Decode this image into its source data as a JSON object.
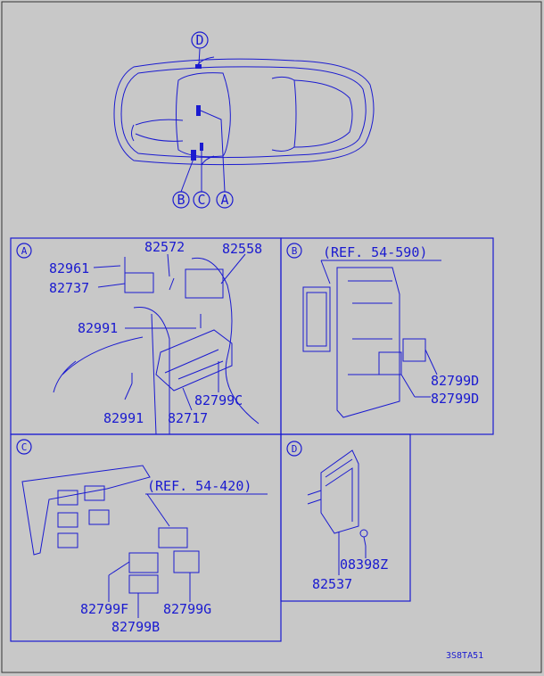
{
  "locator_labels": {
    "a": "A",
    "b": "B",
    "c": "C",
    "d": "D"
  },
  "panel_a": {
    "tag": "A",
    "parts": [
      "82572",
      "82558",
      "82961",
      "82737",
      "82991",
      "82991",
      "82799C",
      "82717"
    ]
  },
  "panel_b": {
    "tag": "B",
    "ref": "(REF. 54-590)",
    "parts": [
      "82799D",
      "82799D"
    ]
  },
  "panel_c": {
    "tag": "C",
    "ref": "(REF. 54-420)",
    "parts": [
      "82799F",
      "82799G",
      "82799B"
    ]
  },
  "panel_d": {
    "tag": "D",
    "parts": [
      "08398Z",
      "82537"
    ]
  },
  "diagram_code": "3S8TA51",
  "colors": {
    "line": "#1a1ad0",
    "background": "#c8c8c8"
  }
}
